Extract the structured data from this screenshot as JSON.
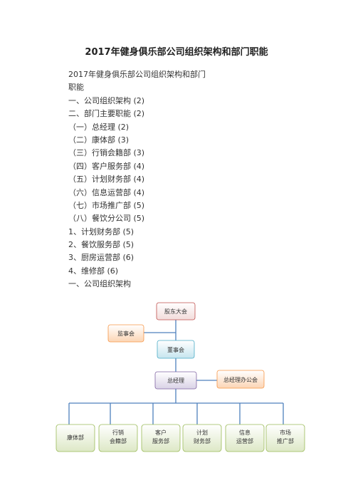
{
  "document": {
    "title": "2017年健身俱乐部公司组织架构和部门职能",
    "toc": [
      "2017年健身俱乐部公司组织架构和部门",
      "职能",
      "一、公司组织架构 (2)",
      "二、部门主要职能 (2)",
      "（一）总经理 (2)",
      "（二）康体部 (3)",
      "（三）行销会籍部 (3)",
      "（四）客户服务部 (4)",
      "（五）计划财务部 (4)",
      "（六）信息运营部 (4)",
      "（七）市场推广部 (5)",
      "（八）餐饮分公司 (5)",
      "1、计划财务部 (5)",
      "2、餐饮服务部 (5)",
      "3、厨房运营部 (6)",
      "4、维修部 (6)",
      "一、公司组织架构"
    ]
  },
  "org_chart": {
    "shareholders": "股东大会",
    "supervisors": "监事会",
    "board": "董事会",
    "gm": "总经理",
    "gm_office": "总经理办公会",
    "departments": [
      {
        "line1": "康体部",
        "line2": ""
      },
      {
        "line1": "行销",
        "line2": "会籍部"
      },
      {
        "line1": "客户",
        "line2": "服务部"
      },
      {
        "line1": "计划",
        "line2": "财务部"
      },
      {
        "line1": "信息",
        "line2": "运营部"
      },
      {
        "line1": "市场",
        "line2": "推广部"
      }
    ]
  },
  "colors": {
    "connector": "#4f81bd",
    "shareholders_fill": "#f2dcdb",
    "shareholders_stroke": "#c0504d",
    "supervisors_fill": "#fde9d9",
    "supervisors_stroke": "#f79646",
    "board_fill": "#dbeef4",
    "board_stroke": "#4bacc6",
    "gm_fill": "#e5e0ec",
    "gm_stroke": "#8064a2",
    "gm_office_fill": "#fde9d9",
    "gm_office_stroke": "#f79646",
    "dept_fill": "#ebf1de",
    "dept_stroke": "#9bbb59"
  }
}
